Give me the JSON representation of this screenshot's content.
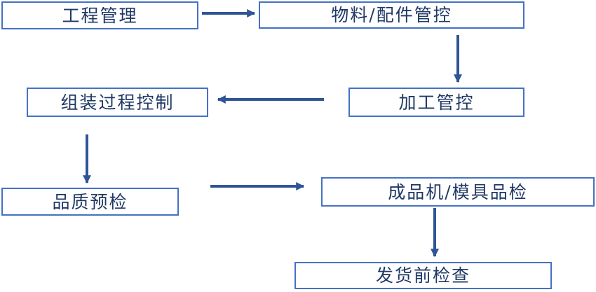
{
  "diagram": {
    "type": "flowchart",
    "nodes": [
      {
        "id": "engineering-management",
        "label": "工程管理"
      },
      {
        "id": "material-parts-control",
        "label": "物料/配件管控"
      },
      {
        "id": "processing-control",
        "label": "加工管控"
      },
      {
        "id": "assembly-process-control",
        "label": "组装过程控制"
      },
      {
        "id": "quality-pre-inspection",
        "label": "品质预检"
      },
      {
        "id": "finished-machine-mold-inspection",
        "label": "成品机/模具品检"
      },
      {
        "id": "pre-shipment-inspection",
        "label": "发货前检查"
      }
    ],
    "edges": [
      {
        "from": "engineering-management",
        "to": "material-parts-control",
        "direction": "right"
      },
      {
        "from": "material-parts-control",
        "to": "processing-control",
        "direction": "down"
      },
      {
        "from": "processing-control",
        "to": "assembly-process-control",
        "direction": "left"
      },
      {
        "from": "assembly-process-control",
        "to": "quality-pre-inspection",
        "direction": "down"
      },
      {
        "from": "quality-pre-inspection",
        "to": "finished-machine-mold-inspection",
        "direction": "right"
      },
      {
        "from": "finished-machine-mold-inspection",
        "to": "pre-shipment-inspection",
        "direction": "down"
      }
    ],
    "colors": {
      "box_border": "#4472C4",
      "box_fill": "#FFFFFF",
      "text": "#1F3864",
      "arrow": "#2F5597",
      "background": "#FFFFFF"
    }
  }
}
